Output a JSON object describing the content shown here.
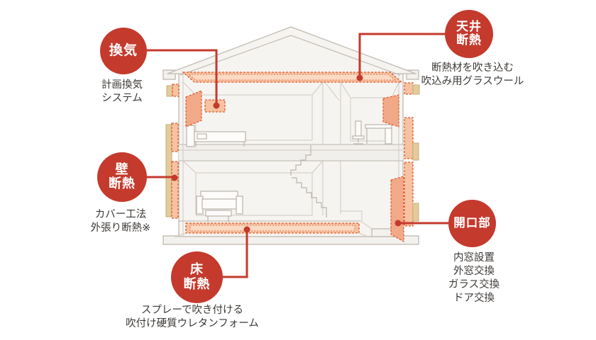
{
  "colors": {
    "badge_red": "#c43a2d",
    "connector_red": "#c43a2d",
    "insulation_fill": "#f6c2a1",
    "insulation_inner_fill": "#fbdac3",
    "insulation_dashed_border": "#dc5a2c",
    "window_door_panel_fill": "#f2a987",
    "wood_block_tan": "#e3cb9c",
    "house_outline_gray": "#c7c1b9",
    "house_fill": "#f6f4f1",
    "caption_text": "#3c3936",
    "background": "#ffffff"
  },
  "callouts": [
    {
      "id": "ventilation",
      "badge_lines": [
        "換気"
      ],
      "caption_lines": [
        "計画換気",
        "システム"
      ]
    },
    {
      "id": "ceiling-insulation",
      "badge_lines": [
        "天井",
        "断熱"
      ],
      "caption_lines": [
        "断熱材を吹き込む",
        "吹込み用グラスウール"
      ]
    },
    {
      "id": "wall-insulation",
      "badge_lines": [
        "壁",
        "断熱"
      ],
      "caption_lines": [
        "カバー工法",
        "外張り断熱※"
      ]
    },
    {
      "id": "floor-insulation",
      "badge_lines": [
        "床",
        "断熱"
      ],
      "caption_lines": [
        "スプレーで吹き付ける",
        "吹付け硬質ウレタンフォーム"
      ]
    },
    {
      "id": "opening",
      "badge_lines": [
        "開口部"
      ],
      "caption_lines": [
        "内窓設置",
        "外窓交換",
        "ガラス交換",
        "ドア交換"
      ]
    }
  ]
}
